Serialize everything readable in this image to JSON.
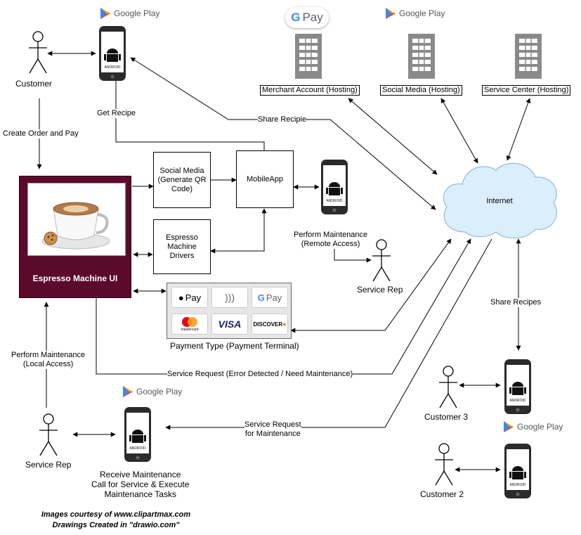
{
  "store_badges": {
    "google_play": "Google Play",
    "google_pay": "Pay"
  },
  "hosting": {
    "merchant": "Merchant Account (Hosting)",
    "social": "Social Media (Hosting)",
    "service_center": "Service Center (Hosting)"
  },
  "internet": "Internet",
  "actors": {
    "customer": "Customer",
    "customer3": "Customer 3",
    "customer2": "Customer 2",
    "service_rep_remote": "Service Rep",
    "service_rep_local": "Service Rep"
  },
  "boxes": {
    "social_qr": "Social Media (Generate QR Code)",
    "mobileapp": "MobileApp",
    "drivers": "Espresso Machine Drivers",
    "espresso_ui": "Espresso Machine UI"
  },
  "payment": {
    "caption": "Payment Type (Payment Terminal)",
    "apple_pay": "Pay",
    "google_pay": "Pay",
    "mastercard": "mastercard",
    "visa": "VISA",
    "discover": "DISCOVER"
  },
  "edge_labels": {
    "get_recipe": "Get Recipe",
    "share_recipie": "Share Recipie",
    "create_order": "Create Order and Pay",
    "perform_remote": "Perform Maintenance\n(Remote Access)",
    "share_recipes": "Share Recipes",
    "perform_local": "Perform Maintenance\n(Local Access)",
    "service_request_error": "Service Request (Error Detected / Need Maintenance)",
    "service_request_maint": "Service Request\nfor Maintenance",
    "receive_maint": "Receive Maintenance\nCall for Service & Execute\nMaintenance Tasks"
  },
  "credits": {
    "line1": "Images courtesy of www.clipartmax.com",
    "line2": "Drawings Created in \"drawio.com\""
  },
  "colors": {
    "espresso_ui_bg": "#5c0a2c",
    "internet_cloud": "#dbeefc",
    "server": "#8a8a8a"
  }
}
